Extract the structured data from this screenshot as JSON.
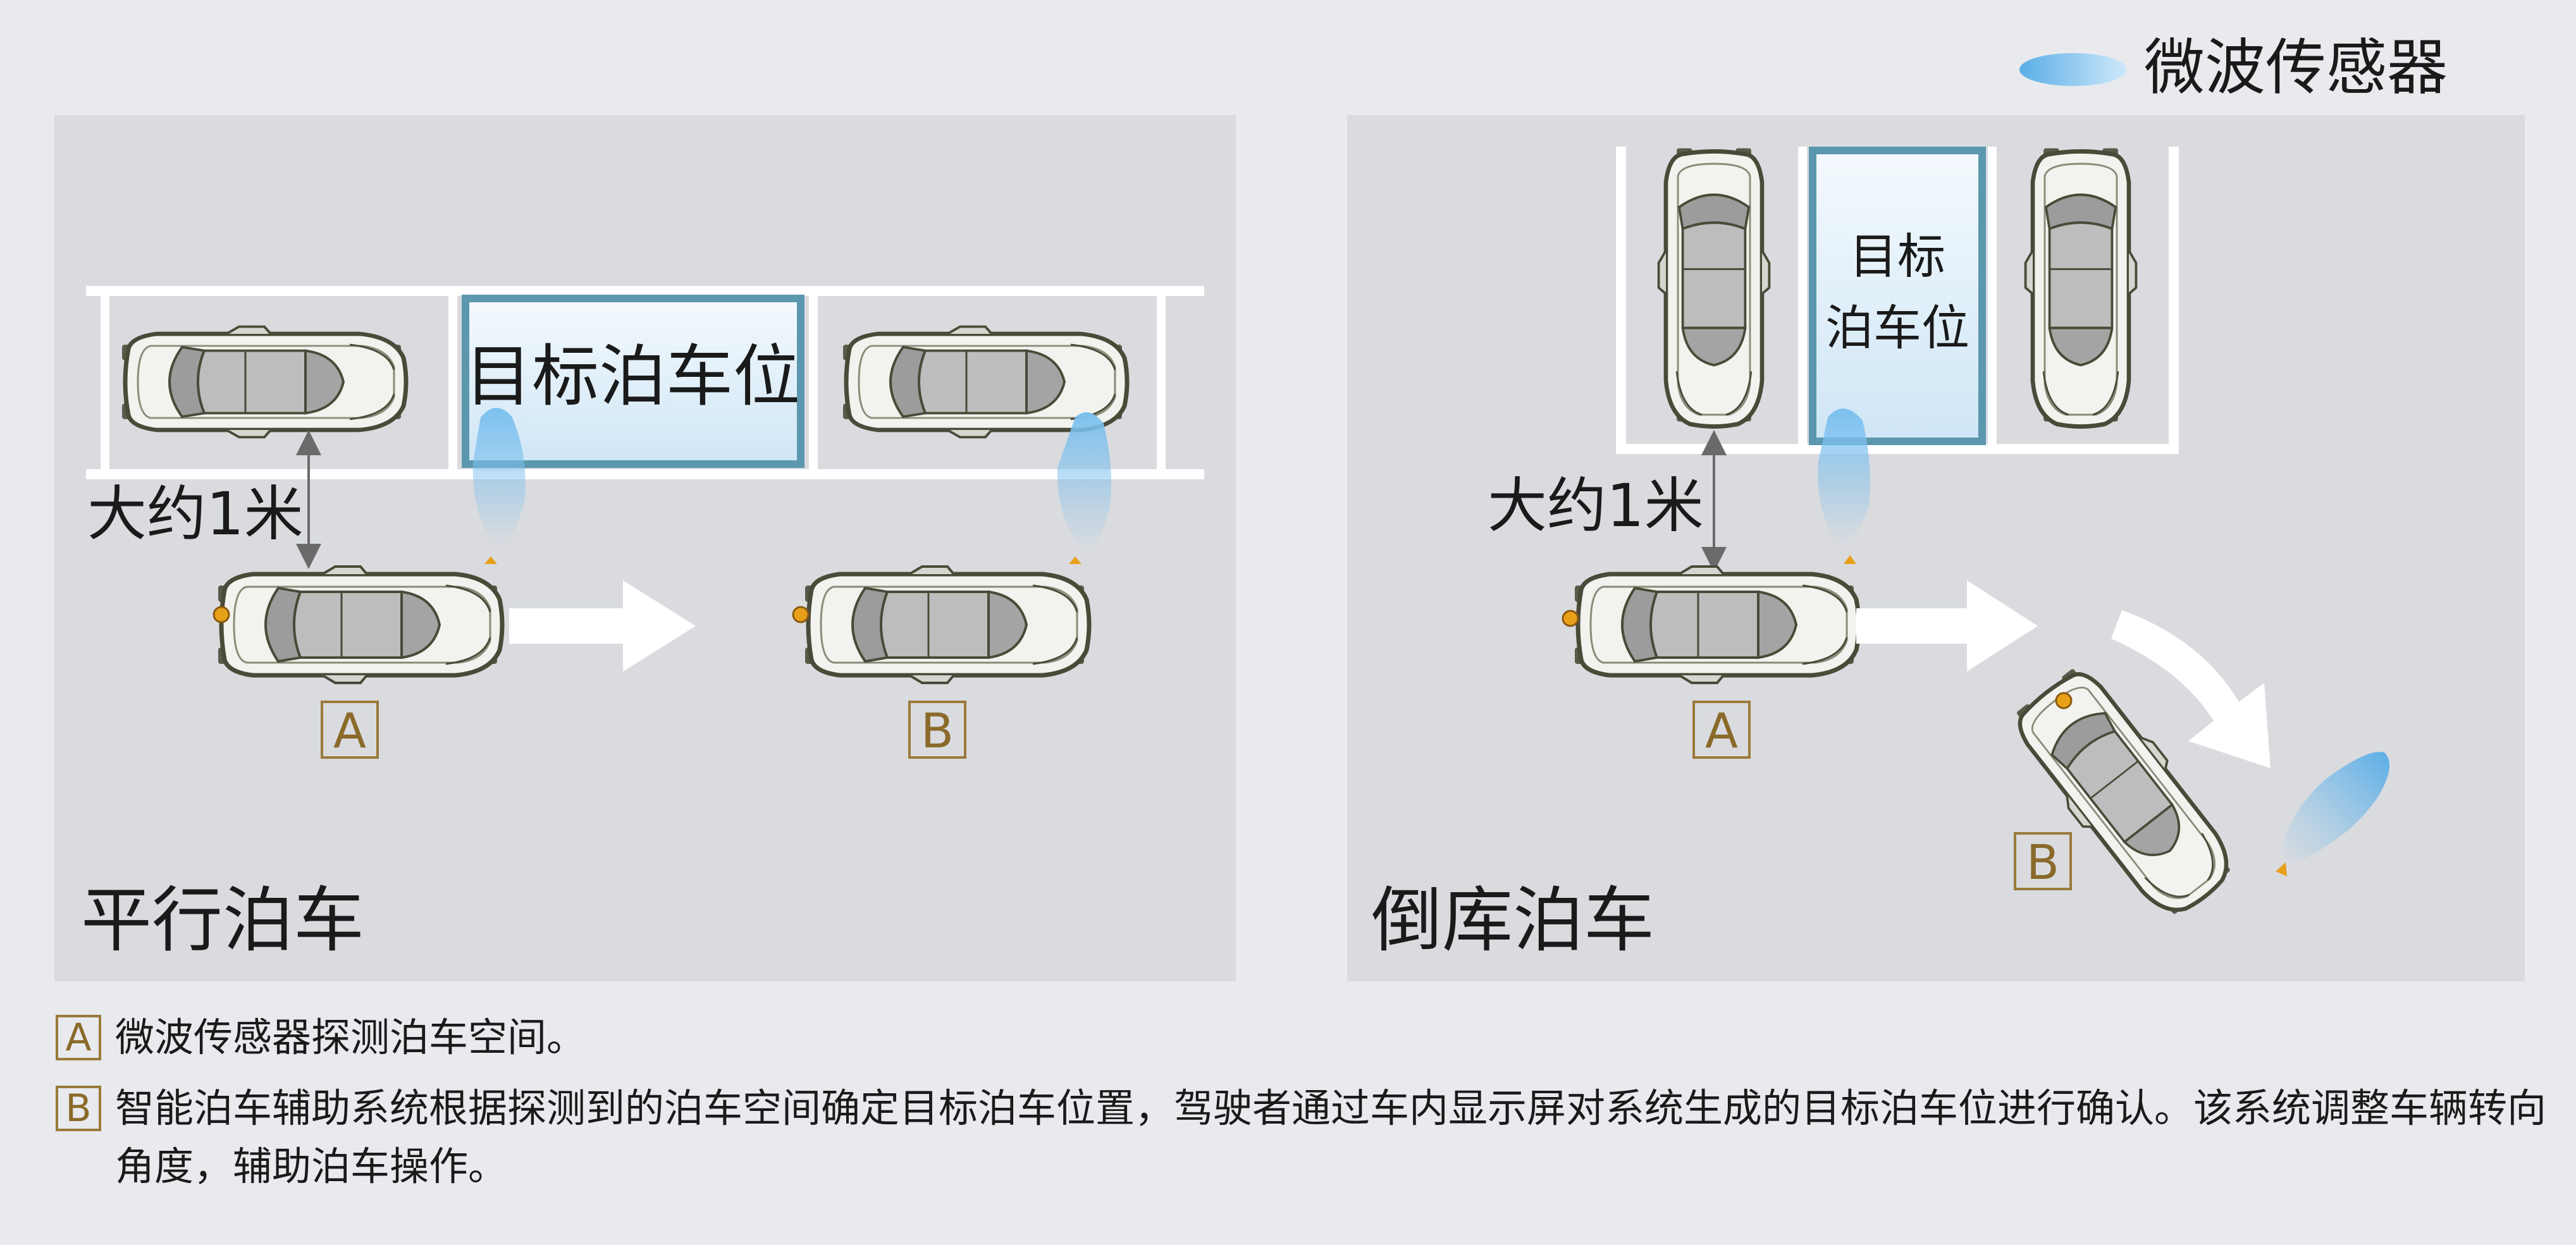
{
  "legend": {
    "label": "微波传感器",
    "swatch_color": "#7cc0ee",
    "icon": "sensor-wave-icon"
  },
  "panels": {
    "parallel": {
      "title": "平行泊车",
      "target_label": "目标泊车位",
      "distance_label": "大约1米",
      "badges": [
        "A",
        "B"
      ]
    },
    "reverse": {
      "title": "倒库泊车",
      "target_label_line1": "目标",
      "target_label_line2": "泊车位",
      "distance_label": "大约1米",
      "badges": [
        "A",
        "B"
      ]
    }
  },
  "notes": [
    {
      "badge": "A",
      "text": "微波传感器探测泊车空间。"
    },
    {
      "badge": "B",
      "text": "智能泊车辅助系统根据探测到的泊车空间确定目标泊车位置，驾驶者通过车内显示屏对系统生成的目标泊车位进行确认。该系统调整车辆转向角度，辅助泊车操作。"
    }
  ],
  "colors": {
    "background": "#e8eaed",
    "panel": "#d9dbdf",
    "target_border": "#5b97ad",
    "sensor": "#7cc0ee",
    "badge": "#9a7a3a",
    "sensor_dot": "#e8a019"
  }
}
